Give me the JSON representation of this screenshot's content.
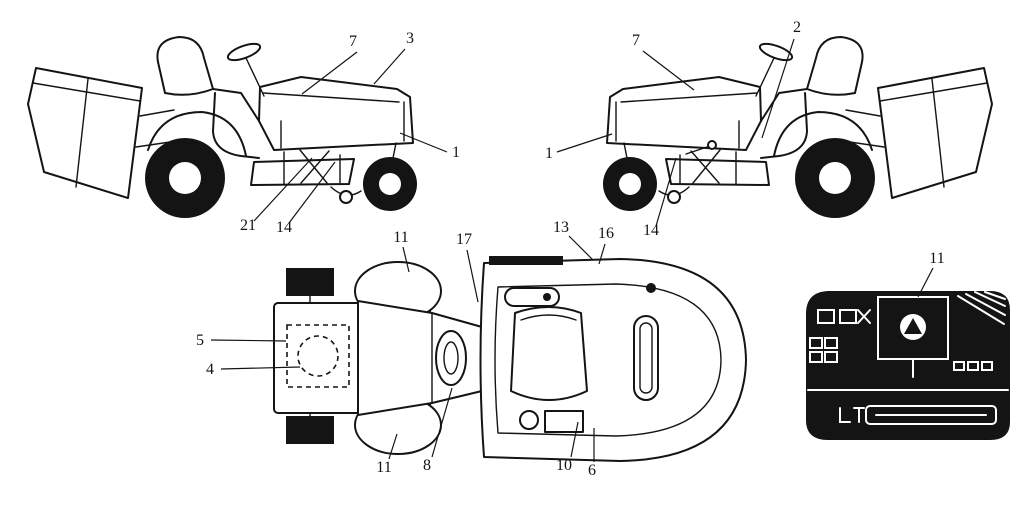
{
  "figure": {
    "colors": {
      "ink": "#141414",
      "paper": "#ffffff"
    }
  },
  "views": {
    "side_left": {
      "callouts": [
        "7",
        "3",
        "1",
        "21",
        "14"
      ]
    },
    "side_right": {
      "callouts": [
        "7",
        "2",
        "1",
        "14"
      ]
    },
    "top": {
      "callouts": [
        "11",
        "17",
        "13",
        "16",
        "5",
        "4",
        "11",
        "8",
        "10",
        "6"
      ]
    },
    "decal": {
      "callouts": [
        "11"
      ]
    }
  }
}
